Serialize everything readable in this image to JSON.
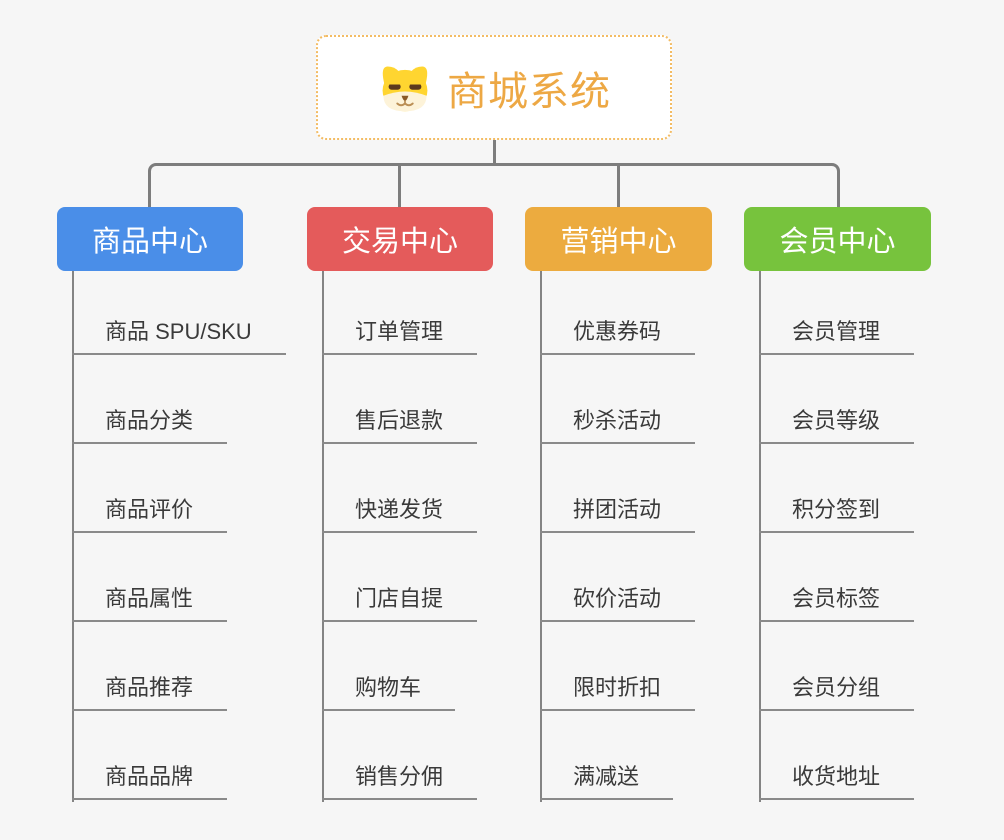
{
  "root": {
    "title": "商城系统",
    "icon": "dog-face-icon"
  },
  "branches": [
    {
      "label": "商品中心",
      "color": "#4a8ee8",
      "children": [
        "商品 SPU/SKU",
        "商品分类",
        "商品评价",
        "商品属性",
        "商品推荐",
        "商品品牌"
      ]
    },
    {
      "label": "交易中心",
      "color": "#e45b5b",
      "children": [
        "订单管理",
        "售后退款",
        "快递发货",
        "门店自提",
        "购物车",
        "销售分佣"
      ]
    },
    {
      "label": "营销中心",
      "color": "#ecab3f",
      "children": [
        "优惠券码",
        "秒杀活动",
        "拼团活动",
        "砍价活动",
        "限时折扣",
        "满减送"
      ]
    },
    {
      "label": "会员中心",
      "color": "#77c33d",
      "children": [
        "会员管理",
        "会员等级",
        "积分签到",
        "会员标签",
        "会员分组",
        "收货地址"
      ]
    }
  ],
  "colors": {
    "background": "#f6f6f6",
    "connector": "#7d7d7d",
    "underline": "#8a8a8a",
    "child_text": "#3a3a3a",
    "root_text": "#eda844",
    "root_border": "#f3bc64"
  }
}
